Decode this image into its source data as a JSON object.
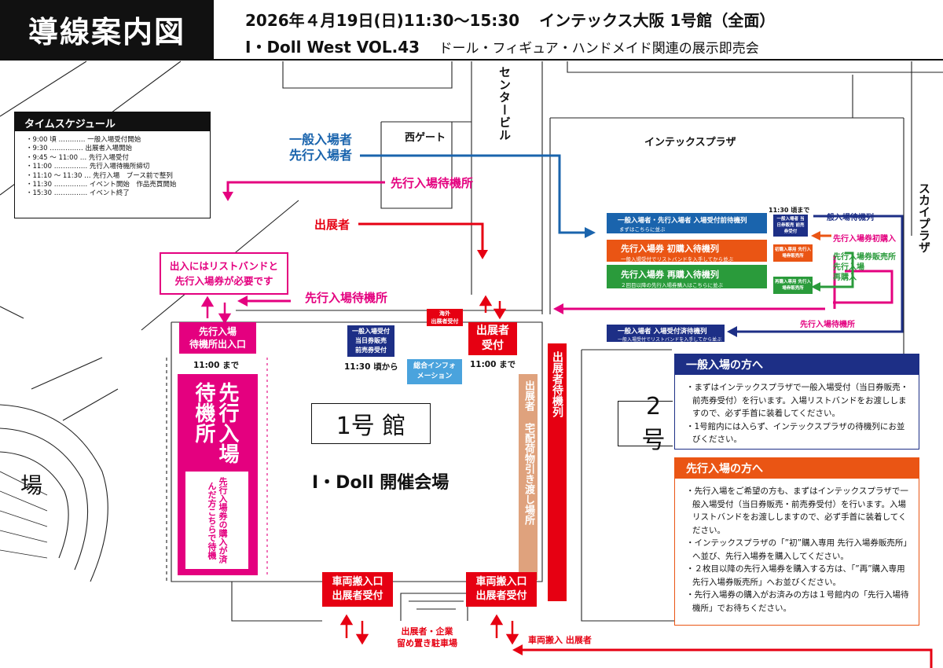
{
  "header": {
    "title": "導線案内図",
    "date_line": "2026年４月19日(日)11:30〜15:30",
    "venue": "インテックス大阪 1号館（全面）",
    "event_name": "I・Doll West VOL.43",
    "event_desc": "ドール・フィギュア・ハンドメイド関連の展示即売会"
  },
  "schedule": {
    "title": "タイムスケジュール",
    "items": [
      "・9:00 頃 ………… 一般入場受付開始",
      "・9:30 …………… 出展者入場開始",
      "・9:45 〜 11:00 … 先行入場受付",
      "・11:00 …………… 先行入場待機所締切",
      "・11:10 〜 11:30 … 先行入場　ブース前で整列",
      "・11:30 …………… イベント開始　作品売買開始",
      "・15:30 …………… イベント終了"
    ]
  },
  "map": {
    "west_gate": "西ゲート",
    "center_building": "センタービル",
    "intex_plaza": "インテックスプラザ",
    "sky_plaza": "スカイプラザ",
    "general_entrants_1": "一般入場者",
    "general_entrants_2": "先行入場者",
    "waiting_area_top": "先行入場待機所",
    "exhibitors": "出展者",
    "notice_1": "出入にはリストバンドと",
    "notice_2": "先行入場券が必要です",
    "waiting_area_mid": "先行入場待機所",
    "entry_exit_1": "先行入場",
    "entry_exit_2": "待機所出入口",
    "until_1100_a": "11:00 まで",
    "general_reception_1": "一般入場受付",
    "general_reception_2": "当日券販売",
    "general_reception_3": "前売券受付",
    "from_1130": "11:30 頃から",
    "overseas_1": "海外",
    "overseas_2": "出展者受付",
    "exhibitor_reception_1": "出展者",
    "exhibitor_reception_2": "受付",
    "until_1100_b": "11:00 まで",
    "info_counter": "総合インフォメーション",
    "hall1": "1号 館",
    "venue_label": "I・Doll 開催会場",
    "waiting_big": "先行入場待機所",
    "waiting_note": "先行入場券の購入が済んだ方こちらで待機",
    "exhibitor_queue": "出展者待機列",
    "delivery": "出展者 宅配荷物引き渡し場所",
    "hall2": "2号",
    "arena": "場",
    "vehicle_1_a": "車両搬入口",
    "vehicle_1_b": "出展者受付",
    "vehicle_2_a": "車両搬入口",
    "vehicle_2_b": "出展者受付",
    "parking_1": "出展者・企業",
    "parking_2": "留め置き駐車場",
    "vehicle_route": "車両搬入 出展者",
    "plaza_q1": "一般入場者・先行入場者 入場受付前待機列",
    "plaza_q1_sub": "まずはこちらに並ぶ",
    "plaza_q2": "先行入場券 初購入待機列",
    "plaza_q2_sub": "一般入場受付でリストバンドを入手してから並ぶ",
    "plaza_q3": "先行入場券 再購入待機列",
    "plaza_q3_sub": "２回目以降の先行入場券購入はこちらに並ぶ",
    "plaza_q4": "一般入場者 入場受付済待機列",
    "plaza_q4_sub": "一般入場受付でリストバンドを入手してから並ぶ",
    "until_1130": "11:30 頃まで",
    "small_1": "一般入場者 当日券販売 前売券受付",
    "small_2": "初購入専用 先行入場券販売所",
    "small_3": "再購入専用 先行入場券販売所",
    "general_line": "一般入場待機列",
    "first_purchase": "先行入場券初購入",
    "sales_1": "先行入場券販売所",
    "sales_2": "先行入場",
    "sales_3": "再購入",
    "waiting_area_right": "先行入場待機所"
  },
  "info_general": {
    "title": "一般入場の方へ",
    "items": [
      "・まずはインテックスプラザで一般入場受付（当日券販売・前売券受付）を行います。入場リストバンドをお渡ししますので、必ず手首に装着してください。",
      "・1号館内には入らず、インテックスプラザの待機列にお並びください。"
    ]
  },
  "info_priority": {
    "title": "先行入場の方へ",
    "items": [
      "・先行入場をご希望の方も、まずはインテックスプラザで一般入場受付（当日券販売・前売券受付）を行います。入場リストバンドをお渡ししますので、必ず手首に装着してください。",
      "・インテックスプラザの「”初”購入専用 先行入場券販売所」へ並び、先行入場券を購入してください。",
      "・２枚目以降の先行入場券を購入する方は、「”再”購入専用 先行入場券販売所」へお並びください。",
      "・先行入場券の購入がお済みの方は１号館内の「先行入場待機所」でお待ちください。"
    ]
  },
  "colors": {
    "pink": "#e4007f",
    "red": "#e60012",
    "blue": "#1a64ad",
    "navy": "#1d2f86",
    "orange": "#ea5514",
    "green": "#2a9b3b",
    "tan": "#dfa27d",
    "info_blue": "#4aa3dd"
  }
}
